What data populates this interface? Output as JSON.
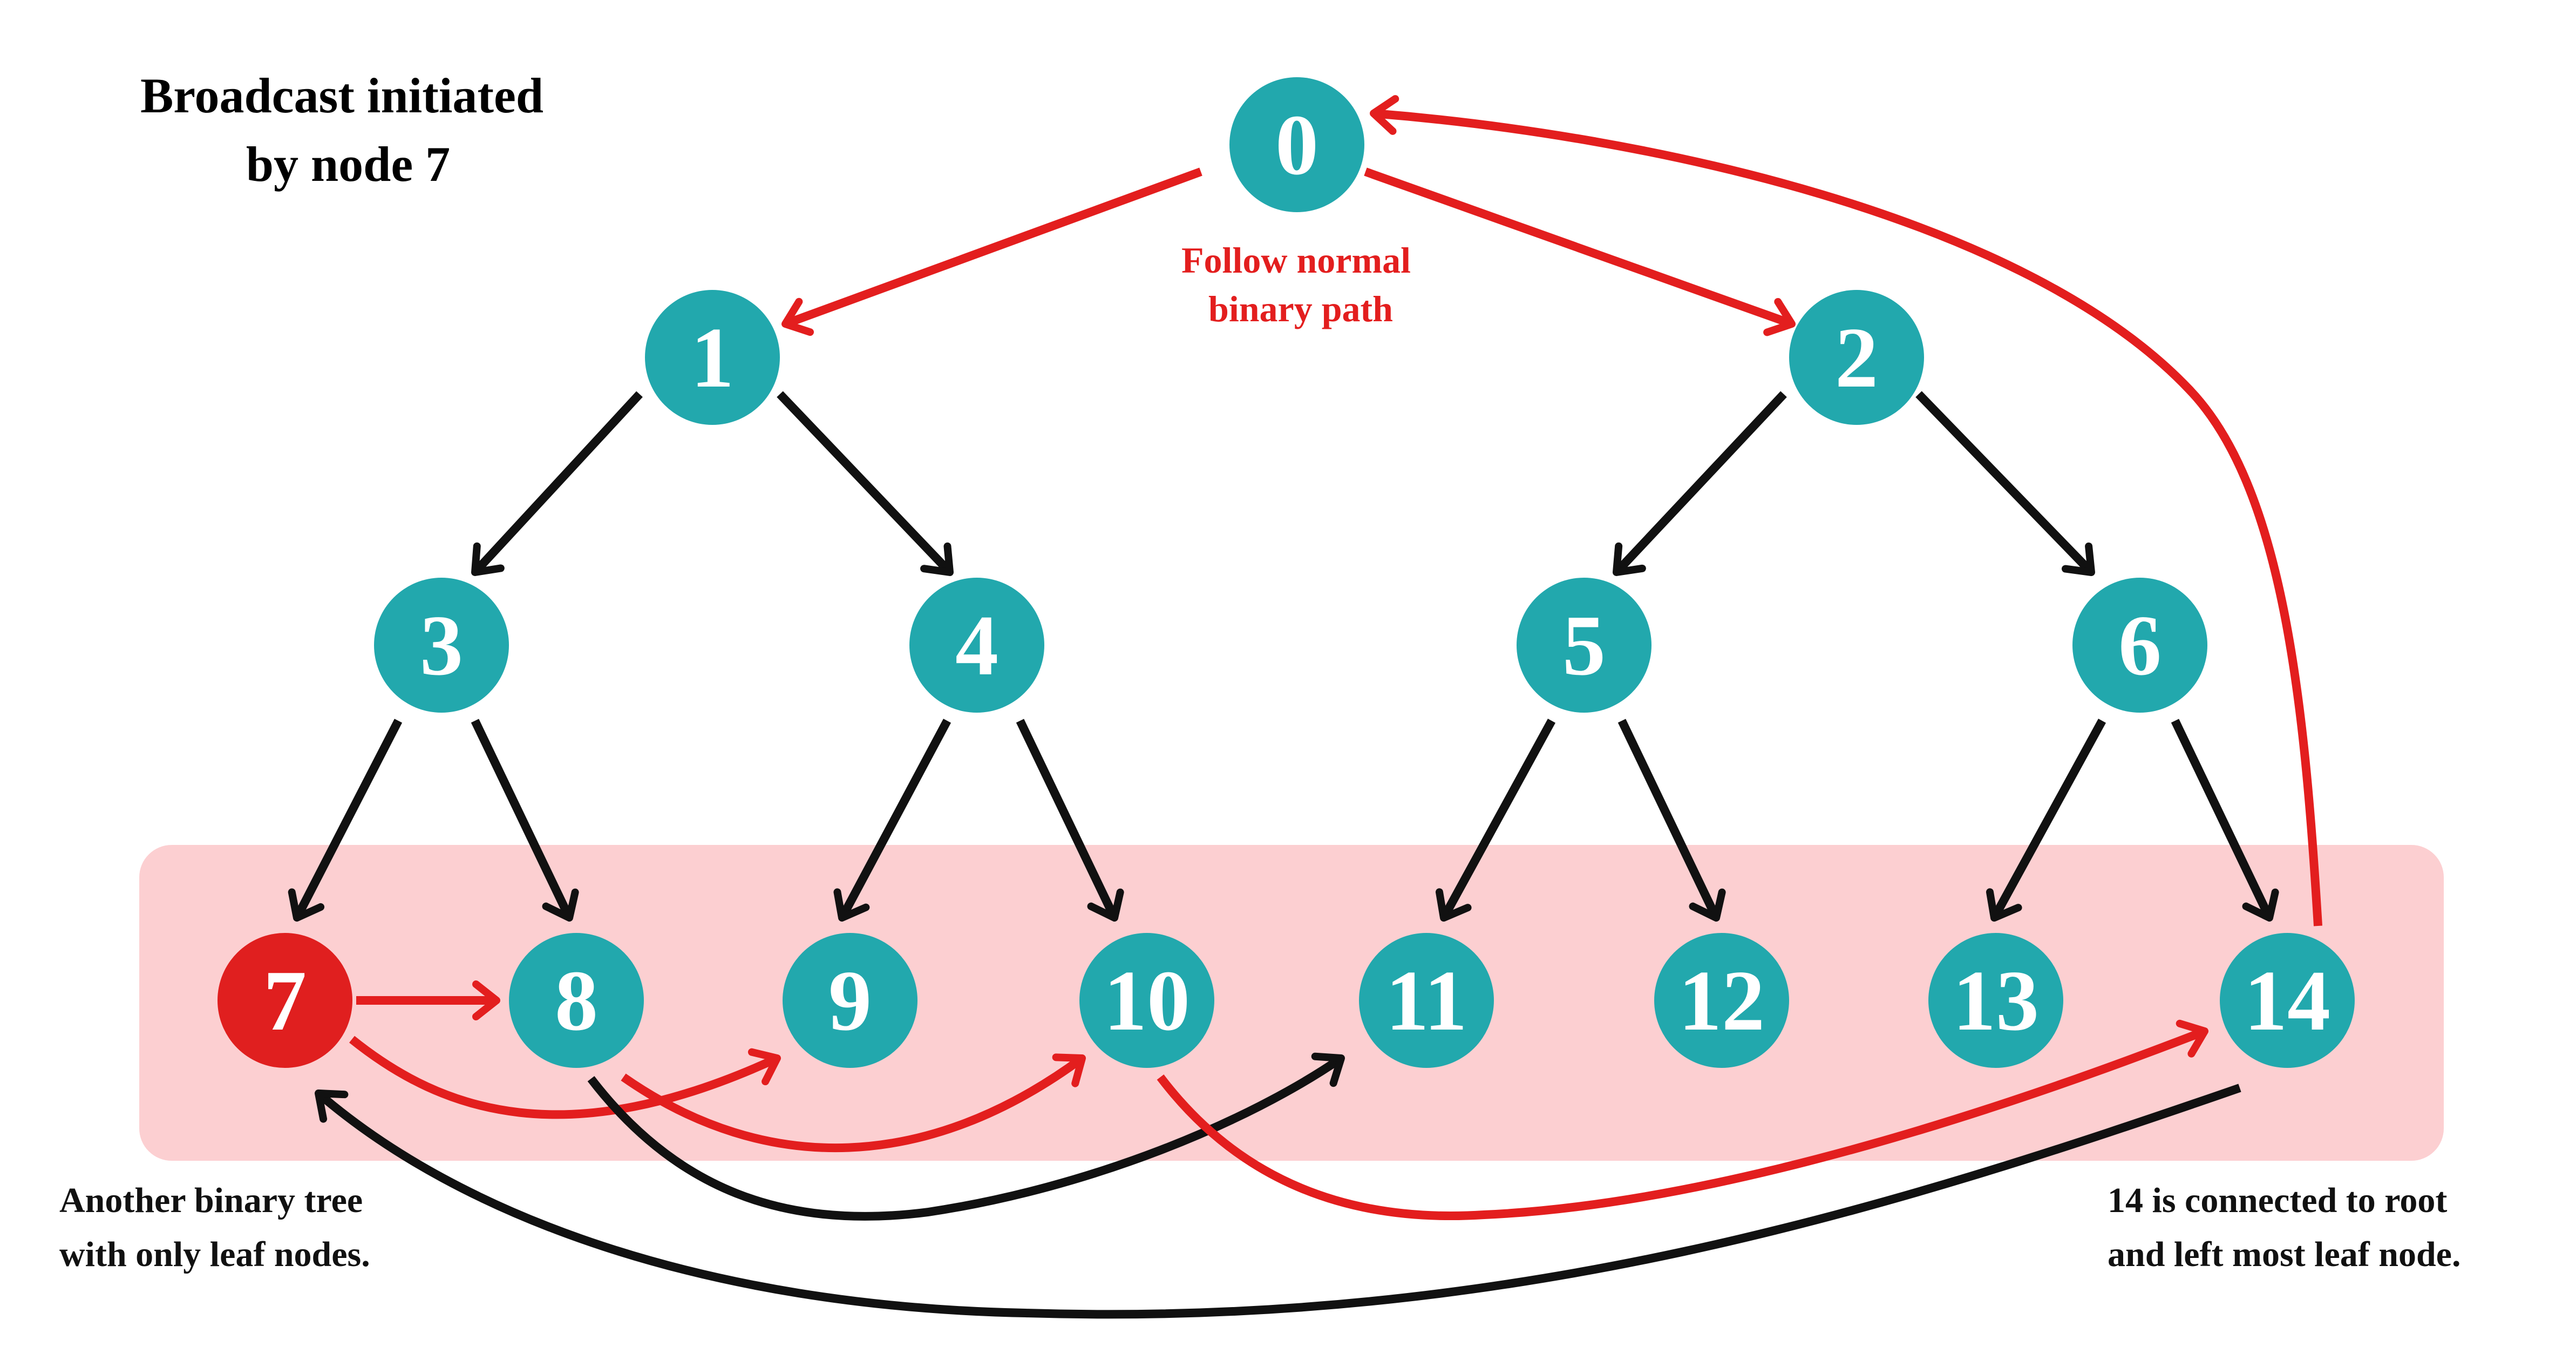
{
  "title": [
    "Broadcast initiated",
    "by node 7"
  ],
  "notes": {
    "binary_path": [
      "Follow normal",
      "binary path"
    ],
    "leaf_tree": [
      "Another binary tree",
      "with only leaf nodes."
    ],
    "node14": [
      "14 is connected to root",
      "and left most leaf node."
    ]
  },
  "nodes": [
    {
      "id": "0",
      "label": "0",
      "role": "root"
    },
    {
      "id": "1",
      "label": "1"
    },
    {
      "id": "2",
      "label": "2"
    },
    {
      "id": "3",
      "label": "3"
    },
    {
      "id": "4",
      "label": "4"
    },
    {
      "id": "5",
      "label": "5"
    },
    {
      "id": "6",
      "label": "6"
    },
    {
      "id": "7",
      "label": "7",
      "role": "initiator"
    },
    {
      "id": "8",
      "label": "8"
    },
    {
      "id": "9",
      "label": "9"
    },
    {
      "id": "10",
      "label": "10"
    },
    {
      "id": "11",
      "label": "11"
    },
    {
      "id": "12",
      "label": "12"
    },
    {
      "id": "13",
      "label": "13"
    },
    {
      "id": "14",
      "label": "14"
    }
  ],
  "edges": [
    {
      "from": "0",
      "to": "1",
      "color": "red"
    },
    {
      "from": "0",
      "to": "2",
      "color": "red"
    },
    {
      "from": "1",
      "to": "3",
      "color": "black"
    },
    {
      "from": "1",
      "to": "4",
      "color": "black"
    },
    {
      "from": "2",
      "to": "5",
      "color": "black"
    },
    {
      "from": "2",
      "to": "6",
      "color": "black"
    },
    {
      "from": "3",
      "to": "7",
      "color": "black"
    },
    {
      "from": "3",
      "to": "8",
      "color": "black"
    },
    {
      "from": "4",
      "to": "9",
      "color": "black"
    },
    {
      "from": "4",
      "to": "10",
      "color": "black"
    },
    {
      "from": "5",
      "to": "11",
      "color": "black"
    },
    {
      "from": "5",
      "to": "12",
      "color": "black"
    },
    {
      "from": "6",
      "to": "13",
      "color": "black"
    },
    {
      "from": "6",
      "to": "14",
      "color": "black"
    },
    {
      "from": "7",
      "to": "8",
      "color": "red"
    },
    {
      "from": "7",
      "to": "9",
      "color": "red"
    },
    {
      "from": "8",
      "to": "10",
      "color": "red"
    },
    {
      "from": "8",
      "to": "11",
      "color": "black"
    },
    {
      "from": "10",
      "to": "14",
      "color": "red"
    },
    {
      "from": "14",
      "to": "7",
      "color": "black"
    },
    {
      "from": "14",
      "to": "0",
      "color": "red"
    }
  ],
  "colors": {
    "node": "#22a8ad",
    "initiator": "#e01f1f",
    "red_edge": "#e31e1e",
    "black_edge": "#111111",
    "leaf_band": "#fccfd1"
  }
}
